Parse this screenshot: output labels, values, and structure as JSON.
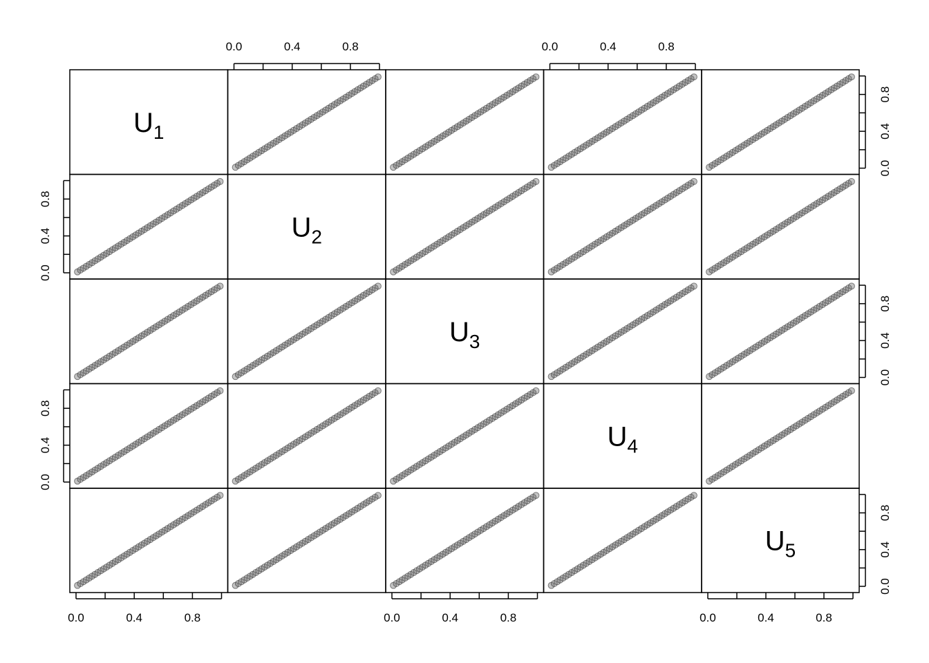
{
  "chart_data": {
    "type": "scatter",
    "title": "",
    "variables": [
      {
        "name": "U",
        "subscript": "1"
      },
      {
        "name": "U",
        "subscript": "2"
      },
      {
        "name": "U",
        "subscript": "3"
      },
      {
        "name": "U",
        "subscript": "4"
      },
      {
        "name": "U",
        "subscript": "5"
      }
    ],
    "axis_range": [
      0,
      1
    ],
    "ticks": [
      0.0,
      0.2,
      0.4,
      0.6,
      0.8,
      1.0
    ],
    "tick_labels": [
      "0.0",
      "0.4",
      "0.8"
    ],
    "tick_label_values": [
      0.0,
      0.4,
      0.8
    ],
    "relationship": "all pairs lie on the line y = x",
    "points": [
      [
        0.01,
        0.01
      ],
      [
        0.03,
        0.03
      ],
      [
        0.05,
        0.05
      ],
      [
        0.07,
        0.07
      ],
      [
        0.09,
        0.09
      ],
      [
        0.11,
        0.11
      ],
      [
        0.13,
        0.13
      ],
      [
        0.15,
        0.15
      ],
      [
        0.17,
        0.17
      ],
      [
        0.19,
        0.19
      ],
      [
        0.21,
        0.21
      ],
      [
        0.23,
        0.23
      ],
      [
        0.25,
        0.25
      ],
      [
        0.27,
        0.27
      ],
      [
        0.29,
        0.29
      ],
      [
        0.31,
        0.31
      ],
      [
        0.33,
        0.33
      ],
      [
        0.35,
        0.35
      ],
      [
        0.37,
        0.37
      ],
      [
        0.39,
        0.39
      ],
      [
        0.41,
        0.41
      ],
      [
        0.43,
        0.43
      ],
      [
        0.45,
        0.45
      ],
      [
        0.47,
        0.47
      ],
      [
        0.49,
        0.49
      ],
      [
        0.51,
        0.51
      ],
      [
        0.53,
        0.53
      ],
      [
        0.55,
        0.55
      ],
      [
        0.57,
        0.57
      ],
      [
        0.59,
        0.59
      ],
      [
        0.61,
        0.61
      ],
      [
        0.63,
        0.63
      ],
      [
        0.65,
        0.65
      ],
      [
        0.67,
        0.67
      ],
      [
        0.69,
        0.69
      ],
      [
        0.71,
        0.71
      ],
      [
        0.73,
        0.73
      ],
      [
        0.75,
        0.75
      ],
      [
        0.77,
        0.77
      ],
      [
        0.79,
        0.79
      ],
      [
        0.81,
        0.81
      ],
      [
        0.83,
        0.83
      ],
      [
        0.85,
        0.85
      ],
      [
        0.87,
        0.87
      ],
      [
        0.89,
        0.89
      ],
      [
        0.91,
        0.91
      ],
      [
        0.93,
        0.93
      ],
      [
        0.95,
        0.95
      ],
      [
        0.97,
        0.97
      ],
      [
        0.99,
        0.99
      ]
    ],
    "point_color": "#555555",
    "grid": false
  }
}
